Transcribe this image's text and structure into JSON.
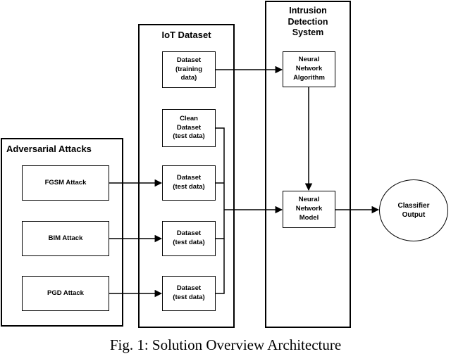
{
  "panels": {
    "adversarial": "Adversarial Attacks",
    "iot": "IoT Dataset",
    "ids": "Intrusion\nDetection\nSystem"
  },
  "attacks": [
    "FGSM Attack",
    "BIM Attack",
    "PGD Attack"
  ],
  "datasets": {
    "training": "Dataset\n(training\ndata)",
    "clean": "Clean\nDataset\n(test data)",
    "fgsm": "Dataset\n(test data)",
    "bim": "Dataset\n(test data)",
    "pgd": "Dataset\n(test data)"
  },
  "ids_boxes": {
    "algorithm": "Neural\nNetwork\nAlgorithm",
    "model": "Neural\nNetwork\nModel"
  },
  "output": "Classifier\nOutput",
  "caption": "Fig. 1: Solution Overview Architecture"
}
